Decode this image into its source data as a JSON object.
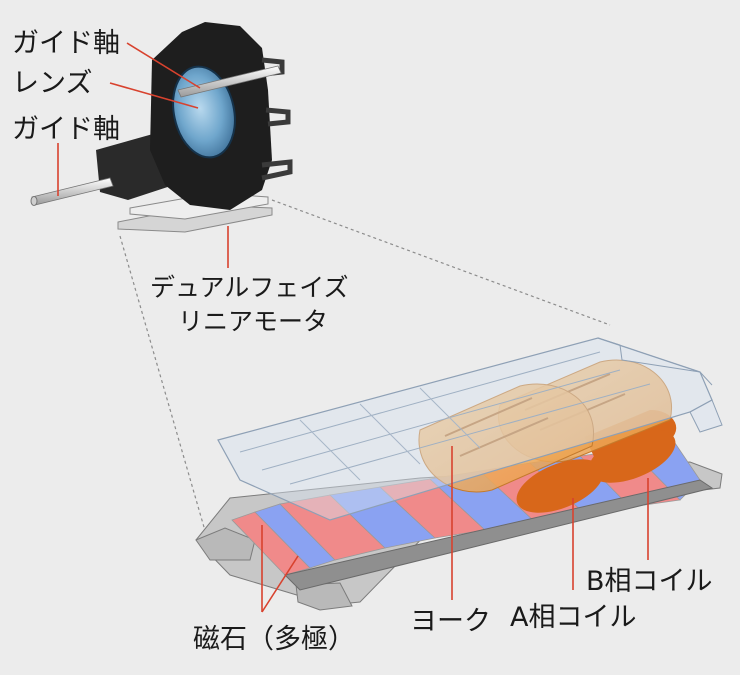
{
  "background_color": "#ececec",
  "leader_color": "#d8422e",
  "labels": {
    "guide_shaft_top": "ガイド軸",
    "lens": "レンズ",
    "guide_shaft_bottom": "ガイド軸",
    "motor_line1": "デュアルフェイズ",
    "motor_line2": "リニアモータ",
    "magnet": "磁石（多極）",
    "yoke": "ヨーク",
    "coil_a": "A相コイル",
    "coil_b": "B相コイル"
  }
}
